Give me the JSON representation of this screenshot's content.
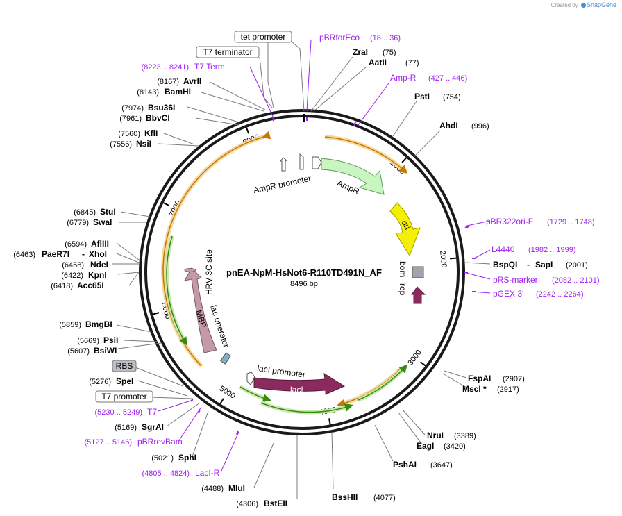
{
  "credit": {
    "prefix": "Created by",
    "brand": "SnapGene"
  },
  "plasmid": {
    "name": "pnEA-NpM-HsNot6-R110TD491N_AF",
    "size_label": "8496 bp",
    "length": 8496
  },
  "colors": {
    "primer": "#a020f0",
    "ampr": "#c8f5c0",
    "ori": "#f5f000",
    "laci": "#8b2a5e",
    "rop": "#8b2a5e",
    "mbp": "#c49aaa",
    "orf_orange": "#c87800",
    "orf_green": "#3a8a10"
  },
  "ticks": [
    {
      "label": "1000"
    },
    {
      "label": "2000"
    },
    {
      "label": "3000"
    },
    {
      "label": "4000"
    },
    {
      "label": "5000"
    },
    {
      "label": "6000"
    },
    {
      "label": "7000"
    },
    {
      "label": "8000"
    }
  ],
  "boxed_labels": [
    {
      "name": "tet promoter"
    },
    {
      "name": "T7 terminator"
    },
    {
      "name": "RBS"
    },
    {
      "name": "T7 promoter"
    }
  ],
  "enzymes_right": [
    {
      "name": "ZraI",
      "pos": "(75)"
    },
    {
      "name": "AatII",
      "pos": "(77)"
    },
    {
      "name": "PstI",
      "pos": "(754)"
    },
    {
      "name": "AhdI",
      "pos": "(996)"
    },
    {
      "name": "BspQI",
      "sep": "-",
      "name2": "SapI",
      "pos": "(2001)"
    },
    {
      "name": "FspAI",
      "pos": "(2907)"
    },
    {
      "name": "MscI *",
      "pos": "(2917)"
    },
    {
      "name": "NruI",
      "pos": "(3389)"
    },
    {
      "name": "EagI",
      "pos": "(3420)"
    },
    {
      "name": "PshAI",
      "pos": "(3647)"
    },
    {
      "name": "BssHII",
      "pos": "(4077)"
    }
  ],
  "enzymes_left": [
    {
      "pos": "(8167)",
      "name": "AvrII"
    },
    {
      "pos": "(8143)",
      "name": "BamHI"
    },
    {
      "pos": "(7974)",
      "name": "Bsu36I"
    },
    {
      "pos": "(7961)",
      "name": "BbvCI"
    },
    {
      "pos": "(7560)",
      "name": "KflI"
    },
    {
      "pos": "(7556)",
      "name": "NsiI"
    },
    {
      "pos": "(6845)",
      "name": "StuI"
    },
    {
      "pos": "(6779)",
      "name": "SwaI"
    },
    {
      "pos": "(6594)",
      "name": "AflIII"
    },
    {
      "pos": "(6463)",
      "name": "PaeR7I",
      "sep": "-",
      "name2": "XhoI"
    },
    {
      "pos": "(6458)",
      "name": "NdeI"
    },
    {
      "pos": "(6422)",
      "name": "KpnI"
    },
    {
      "pos": "(6418)",
      "name": "Acc65I"
    },
    {
      "pos": "(5859)",
      "name": "BmgBI"
    },
    {
      "pos": "(5669)",
      "name": "PsiI"
    },
    {
      "pos": "(5607)",
      "name": "BsiWI"
    },
    {
      "pos": "(5276)",
      "name": "SpeI"
    },
    {
      "pos": "(5169)",
      "name": "SgrAI"
    },
    {
      "pos": "(5021)",
      "name": "SphI"
    },
    {
      "pos": "(4488)",
      "name": "MluI"
    },
    {
      "pos": "(4306)",
      "name": "BstEII"
    }
  ],
  "primers_right": [
    {
      "name": "pBRforEco",
      "range": "(18 .. 36)"
    },
    {
      "name": "Amp-R",
      "range": "(427 .. 446)"
    },
    {
      "name": "pBR322ori-F",
      "range": "(1729 .. 1748)"
    },
    {
      "name": "L4440",
      "range": "(1982 .. 1999)"
    },
    {
      "name": "pRS-marker",
      "range": "(2082 .. 2101)"
    },
    {
      "name": "pGEX 3'",
      "range": "(2242 .. 2264)"
    }
  ],
  "primers_left": [
    {
      "range": "(8223 .. 8241)",
      "name": "T7 Term"
    },
    {
      "range": "(5230 .. 5249)",
      "name": "T7"
    },
    {
      "range": "(5127 .. 5146)",
      "name": "pBRrevBam"
    },
    {
      "range": "(4805 .. 4824)",
      "name": "LacI-R"
    }
  ],
  "features": [
    {
      "name": "AmpR promoter"
    },
    {
      "name": "AmpR"
    },
    {
      "name": "ori"
    },
    {
      "name": "bom"
    },
    {
      "name": "rop"
    },
    {
      "name": "lacI promoter"
    },
    {
      "name": "lacI"
    },
    {
      "name": "MBP"
    },
    {
      "name": "HRV 3C site"
    },
    {
      "name": "lac operator"
    }
  ]
}
